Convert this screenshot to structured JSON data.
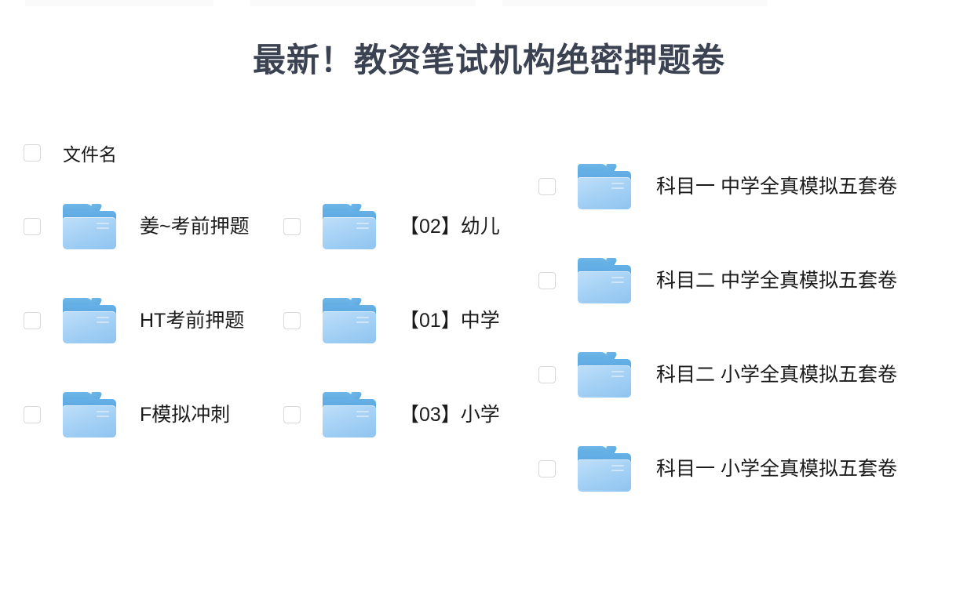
{
  "page": {
    "title": "最新！教资笔试机构绝密押题卷"
  },
  "list_header": {
    "select_all_checkbox": "select-all",
    "column_label": "文件名"
  },
  "columns": [
    {
      "name": "column-1",
      "items": [
        {
          "label": "姜~考前押题",
          "icon": "folder-icon",
          "checked": false
        },
        {
          "label": "HT考前押题",
          "icon": "folder-icon",
          "checked": false
        },
        {
          "label": "F模拟冲刺",
          "icon": "folder-icon",
          "checked": false
        }
      ]
    },
    {
      "name": "column-2",
      "items": [
        {
          "label": "【02】幼儿",
          "icon": "folder-icon",
          "checked": false
        },
        {
          "label": "【01】中学",
          "icon": "folder-icon",
          "checked": false
        },
        {
          "label": "【03】小学",
          "icon": "folder-icon",
          "checked": false
        }
      ]
    },
    {
      "name": "column-3",
      "items": [
        {
          "label": "科目一 中学全真模拟五套卷",
          "icon": "folder-icon",
          "checked": false
        },
        {
          "label": "科目二 中学全真模拟五套卷",
          "icon": "folder-icon",
          "checked": false
        },
        {
          "label": "科目二 小学全真模拟五套卷",
          "icon": "folder-icon",
          "checked": false
        },
        {
          "label": "科目一 小学全真模拟五套卷",
          "icon": "folder-icon",
          "checked": false
        }
      ]
    }
  ],
  "colors": {
    "title": "#3b4252",
    "text": "#1b1b1b",
    "folder_tab": "#5aa9e0",
    "folder_body": "#a7d2f5",
    "checkbox_border": "#d8d8d8",
    "background": "#ffffff"
  }
}
